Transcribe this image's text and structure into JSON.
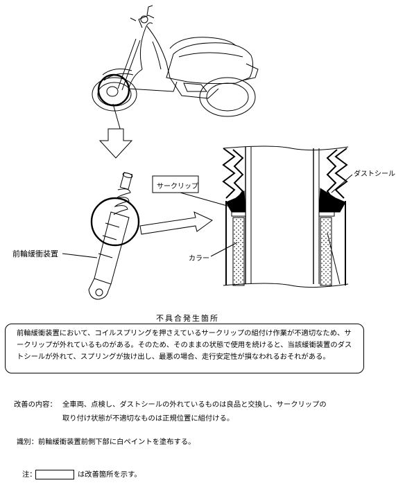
{
  "labels": {
    "circlip": "サークリップ",
    "dust_seal": "ダストシール",
    "collar": "カラー",
    "front_shock": "前輪緩衝装置",
    "cause_title": "不具合発生箇所"
  },
  "defect_description": "前輪緩衝装置において、コイルスプリングを押さえているサークリップの組付け作業が不適切なため、サークリップが外れているものがある。そのため、そのままの状態で使用を続けると、当該緩衝装置のダストシールが外れて、スプリングが抜け出し、最悪の場合、走行安定性が損なわれるおそれがある。",
  "remedy": {
    "label": "改善の内容：",
    "line1": "全車両、点検し、ダストシールの外れているものは良品と交換し、サークリップの",
    "line2": "取り付け状態が不適切なものは正規位置に組付ける。"
  },
  "identification": "識別：前輪緩衝装置前側下部に白ペイントを塗布する。",
  "note": {
    "prefix": "注：",
    "suffix": "は改善箇所を示す。"
  }
}
